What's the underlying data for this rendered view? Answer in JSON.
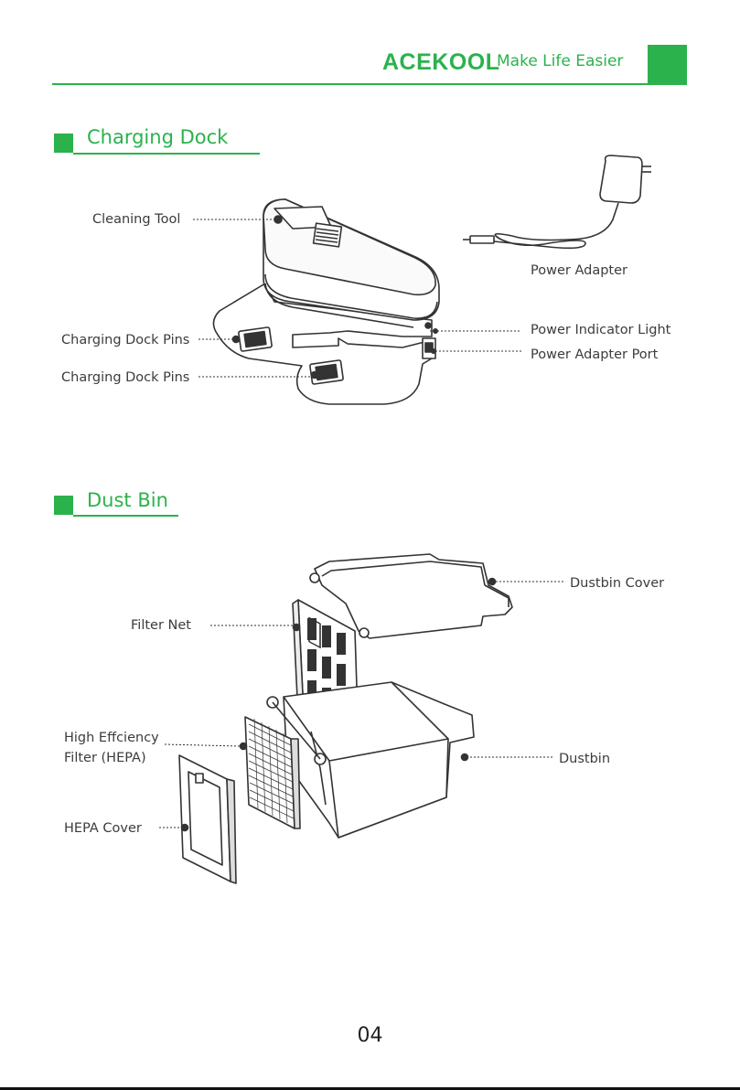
{
  "header": {
    "brand": "ACEKOOL",
    "slogan": "Make Life Easier"
  },
  "sections": {
    "charging_dock": {
      "title": "Charging Dock",
      "labels": {
        "cleaning_tool": "Cleaning Tool",
        "power_adapter": "Power Adapter",
        "power_indicator_light": "Power Indicator Light",
        "power_adapter_port": "Power Adapter Port",
        "charging_dock_pins_1": "Charging Dock Pins",
        "charging_dock_pins_2": "Charging Dock Pins"
      }
    },
    "dust_bin": {
      "title": "Dust Bin",
      "labels": {
        "dustbin_cover": "Dustbin Cover",
        "filter_net": "Filter Net",
        "hepa_line1": "High Effciency",
        "hepa_line2": "Filter (HEPA)",
        "dustbin": "Dustbin",
        "hepa_cover": "HEPA Cover"
      }
    }
  },
  "page_number": "04",
  "colors": {
    "brand_green": "#2bb24c",
    "line_art": "#333333"
  }
}
